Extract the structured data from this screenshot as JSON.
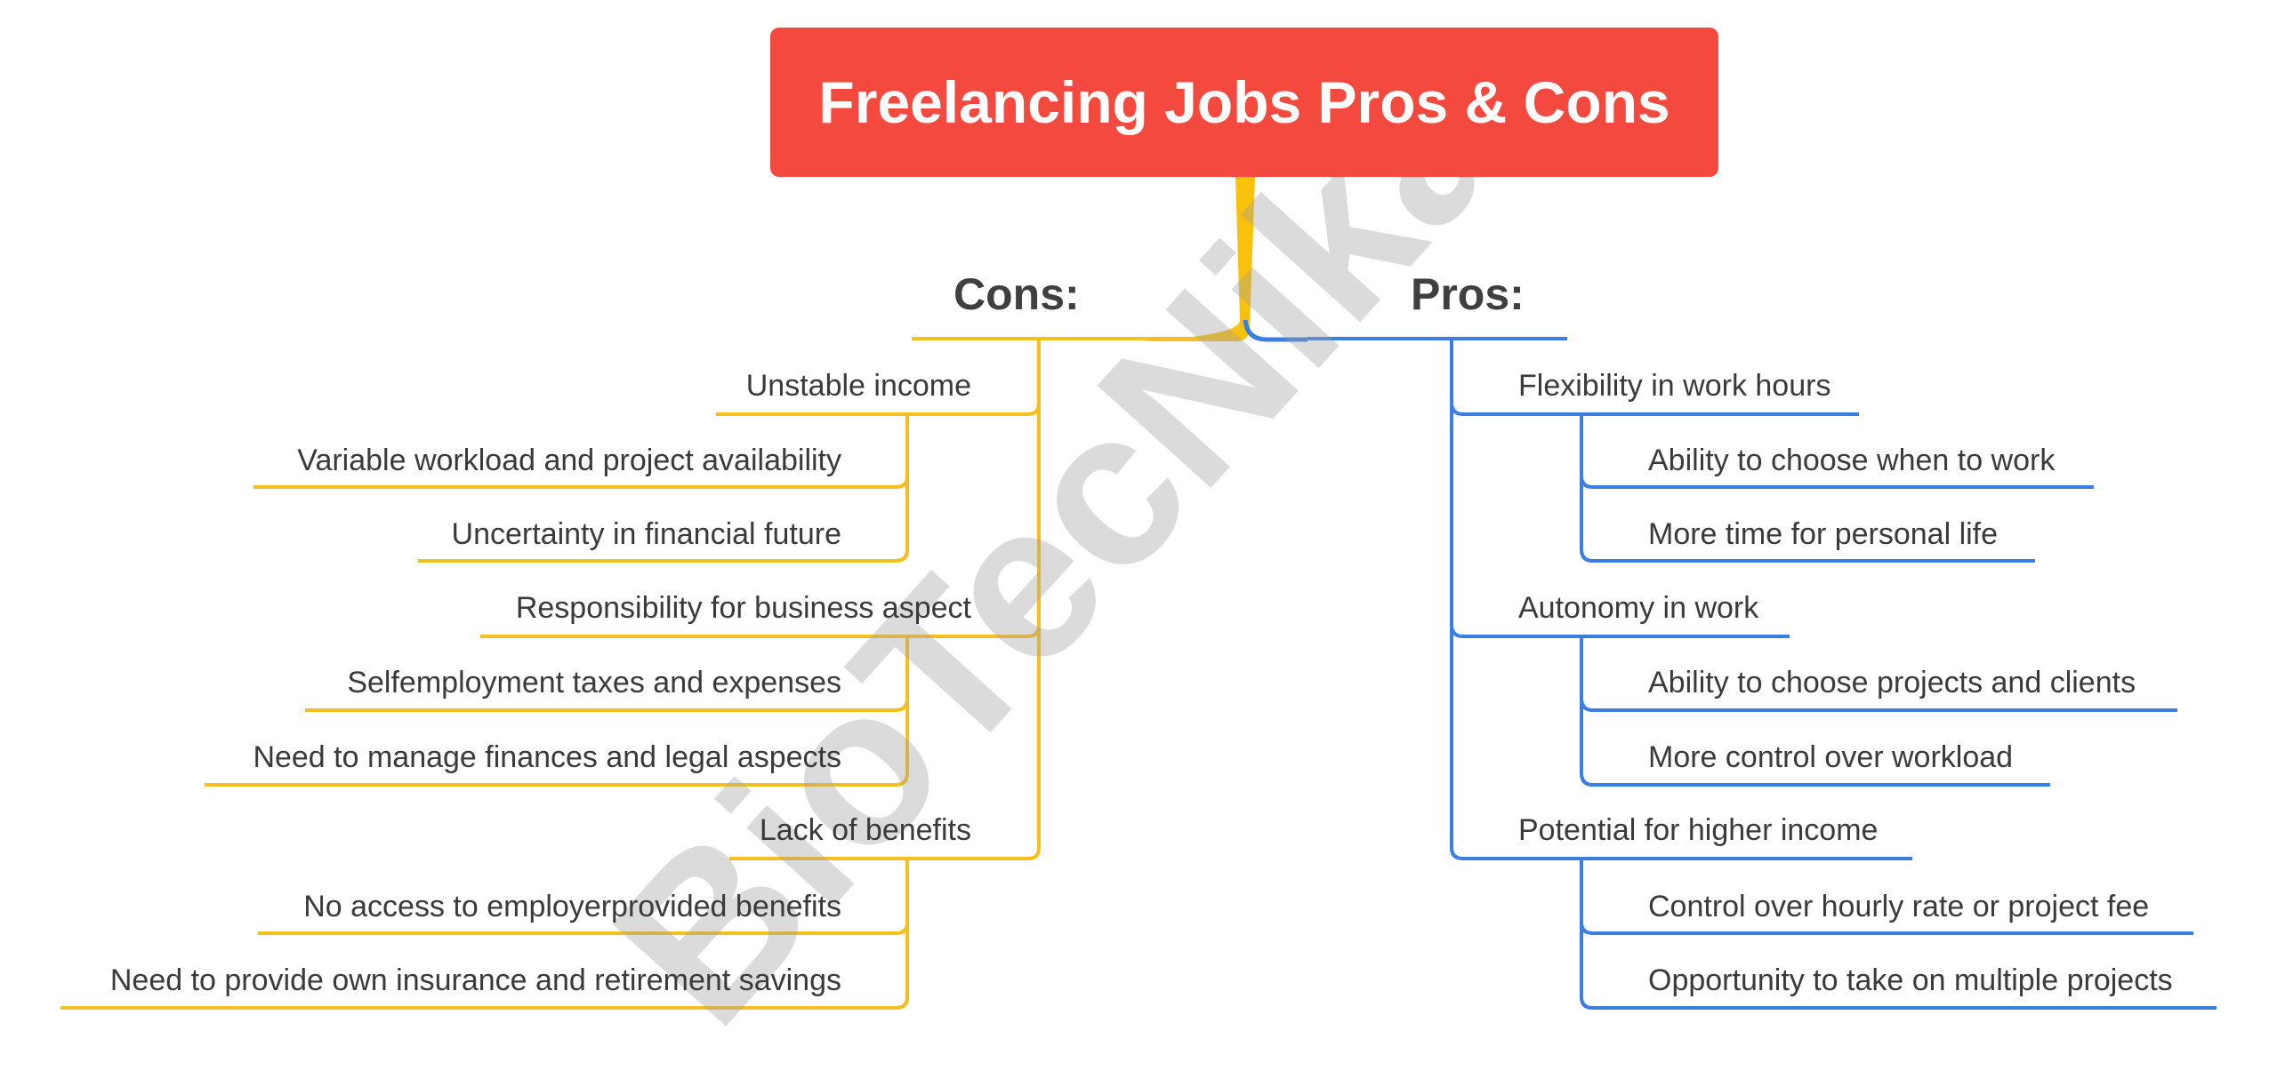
{
  "title": "Freelancing Jobs Pros & Cons",
  "watermark": "BioTecNika",
  "colors": {
    "title_bg": "#f3493f",
    "cons": "#f5bf1f",
    "pros": "#3a7fe0",
    "trunk": "#f8c10c",
    "text": "#3a3a3a"
  },
  "cons": {
    "label": "Cons:",
    "items": [
      {
        "label": "Unstable income",
        "children": [
          "Variable workload and project availability",
          "Uncertainty in financial future"
        ]
      },
      {
        "label": "Responsibility for business aspect",
        "children": [
          "Selfemployment taxes and expenses",
          "Need to manage finances and legal aspects"
        ]
      },
      {
        "label": "Lack of benefits",
        "children": [
          "No access to employerprovided benefits",
          "Need to provide own insurance and retirement savings"
        ]
      }
    ]
  },
  "pros": {
    "label": "Pros:",
    "items": [
      {
        "label": "Flexibility in work hours",
        "children": [
          "Ability to choose when to work",
          "More time for personal life"
        ]
      },
      {
        "label": "Autonomy in work",
        "children": [
          "Ability to choose projects and clients",
          "More control over workload"
        ]
      },
      {
        "label": "Potential for higher income",
        "children": [
          "Control over hourly rate or project fee",
          "Opportunity to take on multiple projects"
        ]
      }
    ]
  }
}
